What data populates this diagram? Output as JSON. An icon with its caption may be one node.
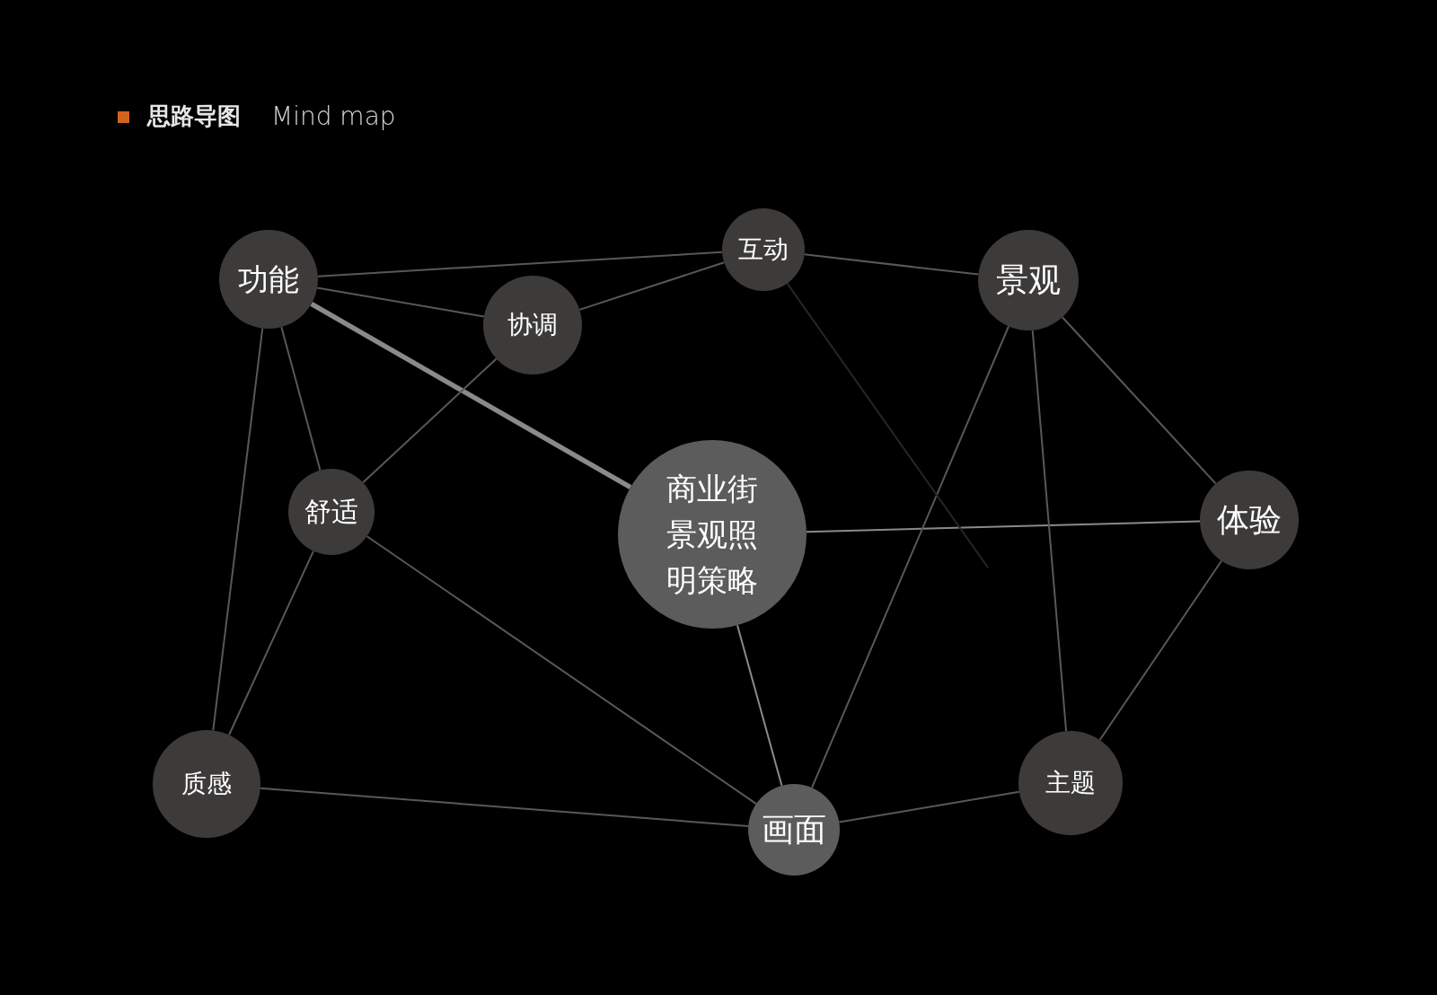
{
  "diagram": {
    "title": "思路导图",
    "nodes": [
      {
        "text": [
          "功能"
        ]
      },
      {
        "text": [
          "互动"
        ]
      },
      {
        "text": [
          "协调"
        ]
      },
      {
        "text": [
          "景观"
        ]
      },
      {
        "text": [
          "舒适"
        ]
      },
      {
        "text": [
          "商业街景观照明策略"
        ]
      },
      {
        "text": [
          "体验"
        ]
      },
      {
        "text": [
          "质感"
        ]
      },
      {
        "text": [
          "画面"
        ]
      },
      {
        "text": [
          "主题"
        ]
      }
    ],
    "edges": [
      {
        "from": 0,
        "to": 1,
        "arrow": "none"
      },
      {
        "from": 0,
        "to": 2,
        "arrow": "none"
      },
      {
        "from": 2,
        "to": 1,
        "arrow": "none"
      },
      {
        "from": 1,
        "to": 3,
        "arrow": "none"
      },
      {
        "from": 0,
        "to": 5,
        "arrow": "none",
        "style": "thick",
        "color": "#8a8a8a"
      },
      {
        "from": 0,
        "to": 4,
        "arrow": "none"
      },
      {
        "from": 0,
        "to": 7,
        "arrow": "none"
      },
      {
        "from": 2,
        "to": 4,
        "arrow": "none"
      },
      {
        "from": 4,
        "to": 7,
        "arrow": "none"
      },
      {
        "from": 4,
        "to": 8,
        "arrow": "none"
      },
      {
        "from": 5,
        "to": 6,
        "arrow": "none",
        "color": "#8a8a8a"
      },
      {
        "from": 5,
        "to": 8,
        "arrow": "none",
        "color": "#8a8a8a"
      },
      {
        "from": 3,
        "to": 8,
        "arrow": "none"
      },
      {
        "from": 3,
        "to": 9,
        "arrow": "none"
      },
      {
        "from": 3,
        "to": 6,
        "arrow": "none"
      },
      {
        "from": 6,
        "to": 9,
        "arrow": "none"
      },
      {
        "from": 7,
        "to": 8,
        "arrow": "none"
      },
      {
        "from": 8,
        "to": 9,
        "arrow": "none"
      },
      {
        "from": 1,
        "to": null,
        "arrow": "none",
        "color": "#262626"
      }
    ],
    "labels": [
      "Mind map"
    ]
  }
}
